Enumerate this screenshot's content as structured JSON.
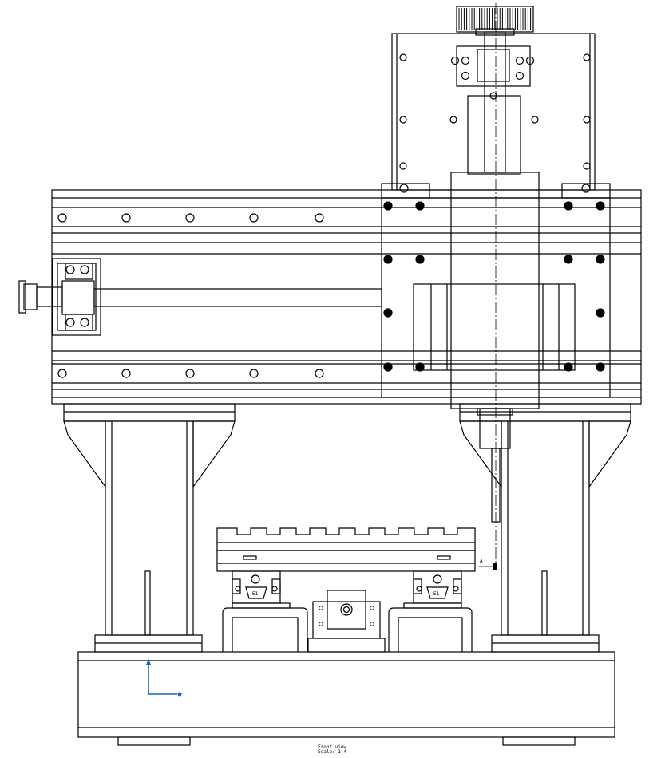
{
  "view": {
    "caption_line1": "Front view",
    "caption_line2": "Scale: 1:4"
  },
  "labels": {
    "detail_marker": "A",
    "carriage_left": "E1",
    "carriage_right": "E1"
  },
  "colors": {
    "line": "#000000",
    "axis_indicator": "#1565c0",
    "background": "#ffffff"
  },
  "icons": {
    "axis_indicator": "xy-axis-arrows-icon",
    "handwheel": "knurled-knob-icon"
  }
}
